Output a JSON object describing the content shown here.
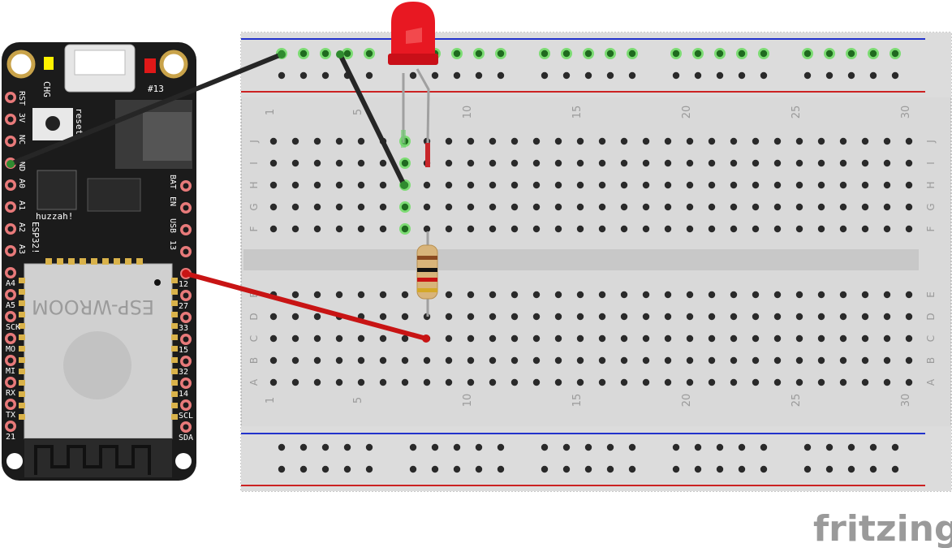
{
  "watermark": "fritzing",
  "breadboard": {
    "column_numbers": [
      "1",
      "5",
      "10",
      "15",
      "20",
      "25",
      "30"
    ],
    "row_letters_top": [
      "J",
      "I",
      "H",
      "G",
      "F"
    ],
    "row_letters_bottom": [
      "E",
      "D",
      "C",
      "B",
      "A"
    ]
  },
  "board": {
    "left_pins": [
      "RST",
      "3V",
      "NC",
      "GND",
      "A0",
      "A1",
      "A2",
      "A3",
      "A4",
      "A5",
      "SCK",
      "MO",
      "MI",
      "RX",
      "TX",
      "21"
    ],
    "right_pins": [
      "BAT",
      "EN",
      "USB",
      "13",
      "12",
      "27",
      "33",
      "15",
      "32",
      "14",
      "SCL",
      "SDA"
    ],
    "chg_label": "CHG",
    "pin13_label": "#13",
    "reset_label": "reset",
    "huzzah_label": "huzzah!",
    "esp32_label": "ESP32!",
    "module_label": "ESP-WROOM"
  },
  "colors": {
    "board": "#1b1b1b",
    "breadboard": "#d8d8d8",
    "rail_blue": "#2233cc",
    "rail_red": "#cc2222",
    "wire_black": "#262626",
    "wire_red": "#c81414",
    "led": "#e81822",
    "active_hole": "#5fd25a"
  }
}
